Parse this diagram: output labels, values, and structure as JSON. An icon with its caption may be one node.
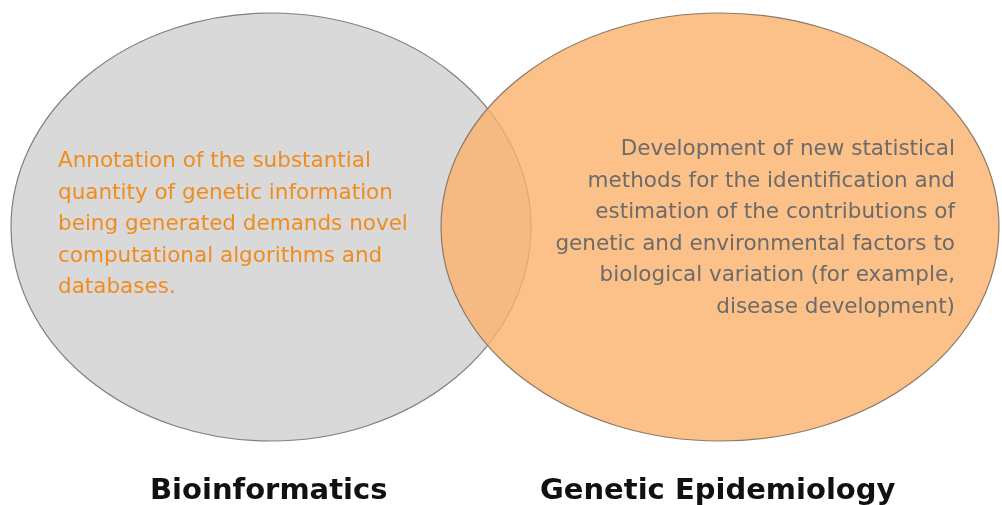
{
  "diagram": {
    "nodes": [
      {
        "text": [
          "Annotation of the substantial quantity of genetic information being generated demands novel computational algorithms and databases.",
          "Bioinformatics"
        ]
      },
      {
        "text": [
          "Development of new statistical methods for the identification and estimation of the contributions of genetic and environmental factors to biological variation (for example, disease development)",
          "Genetic Epidemiology"
        ]
      }
    ]
  }
}
